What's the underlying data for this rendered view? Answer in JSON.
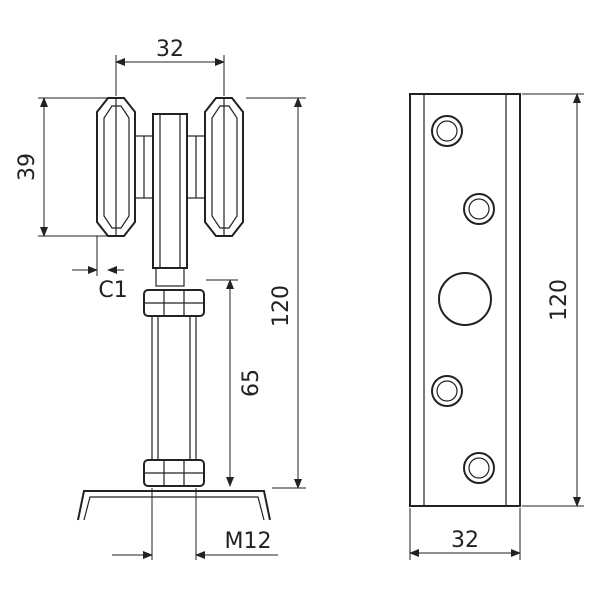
{
  "drawing": {
    "front_view": {
      "dim_wheel_span": "32",
      "dim_wheel_height": "39",
      "dim_chamfer": "C1",
      "dim_total_height": "120",
      "dim_thread_length": "65",
      "dim_thread": "M12"
    },
    "side_view": {
      "dim_plate_height": "120",
      "dim_plate_width": "32"
    }
  }
}
